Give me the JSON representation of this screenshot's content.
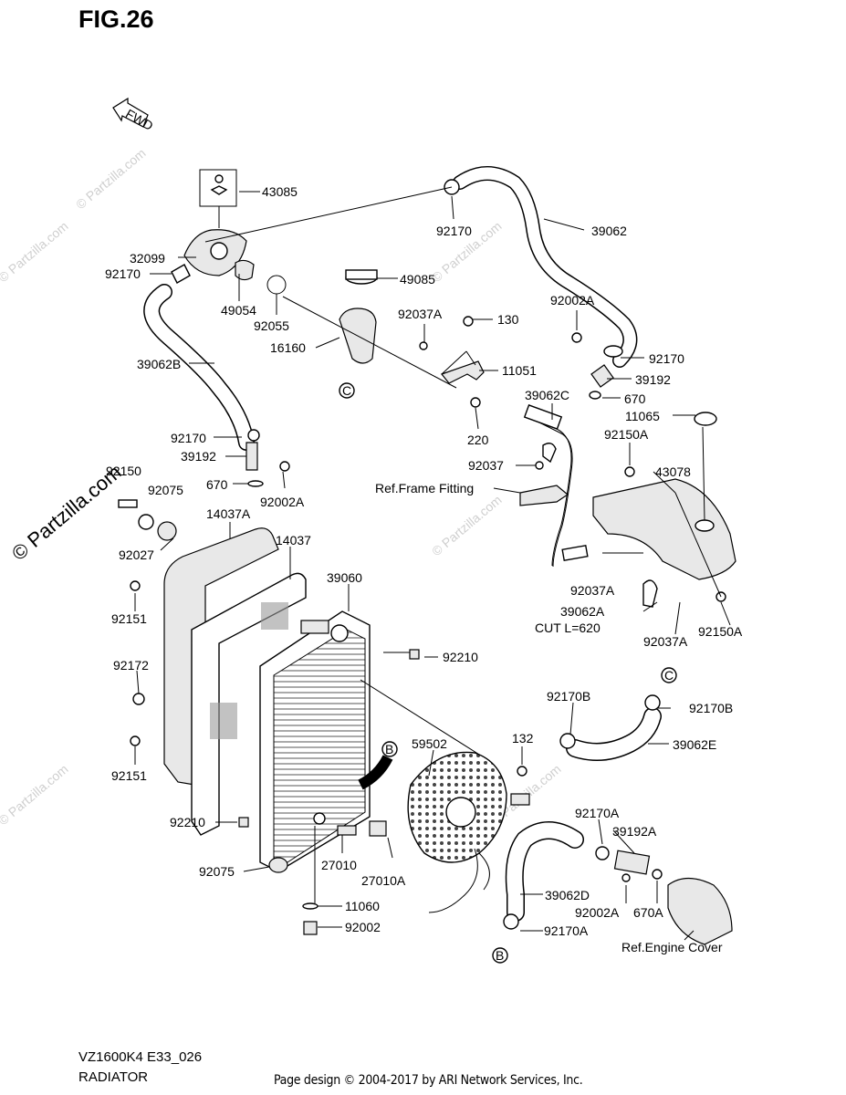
{
  "header": {
    "figure": "FIG.26",
    "fwd_label": "FWD"
  },
  "footer": {
    "model_code": "VZ1600K4 E33_026",
    "assembly_name": "RADIATOR",
    "credit": "Page design © 2004-2017 by ARI Network Services, Inc."
  },
  "watermark": {
    "text": "© Partzilla.com"
  },
  "callouts": {
    "c43085": "43085",
    "c92170_top": "92170",
    "c39062": "39062",
    "c32099": "32099",
    "c92170_left": "92170",
    "c49054": "49054",
    "c92055": "92055",
    "c49085": "49085",
    "c92037A_top": "92037A",
    "c130": "130",
    "c16160": "16160",
    "c11051": "11051",
    "c92002A_top": "92002A",
    "c92170_right": "92170",
    "c39192_right": "39192",
    "c670_right": "670",
    "c39062B": "39062B",
    "c39062C": "39062C",
    "c11065": "11065",
    "c220": "220",
    "c92170_mid": "92170",
    "c39192_mid": "39192",
    "c670_mid": "670",
    "c92002A_mid": "92002A",
    "c92150_left": "92150",
    "c92075_top": "92075",
    "c92150A_top": "92150A",
    "c92037": "92037",
    "c43078": "43078",
    "c14037A": "14037A",
    "c14037": "14037",
    "c92027": "92027",
    "c39060": "39060",
    "c92151_top": "92151",
    "c92037A_mid": "92037A",
    "c39062A": "39062A",
    "cut": "CUT L=620",
    "c92037A_bot": "92037A",
    "c92150A_bot": "92150A",
    "c92210_right": "92210",
    "c92172": "92172",
    "c92170B_left": "92170B",
    "c92170B_right": "92170B",
    "c39062E": "39062E",
    "c132": "132",
    "c59502": "59502",
    "c92151_bot": "92151",
    "c92210_left": "92210",
    "c92170A_top": "92170A",
    "c39192A": "39192A",
    "c27010": "27010",
    "c27010A": "27010A",
    "c92075_bot": "92075",
    "c39062D": "39062D",
    "c92002A_bot": "92002A",
    "c670A": "670A",
    "c11060": "11060",
    "c92002": "92002",
    "c92170A_bot": "92170A",
    "ref_frame": "Ref.Frame Fitting",
    "ref_engine": "Ref.Engine Cover",
    "circle_c": "C",
    "circle_b": "B"
  }
}
